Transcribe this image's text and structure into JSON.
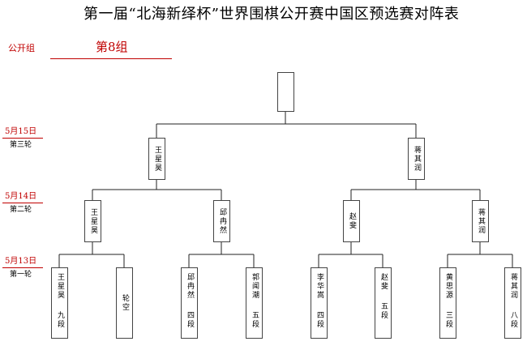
{
  "title": "第一届“北海新绎杯”世界围棋公开赛中国区预选赛对阵表",
  "group_label": "公开组",
  "group_name": "第8组",
  "rounds": [
    {
      "date": "5月15日",
      "round": "第三轮"
    },
    {
      "date": "5月14日",
      "round": "第二轮"
    },
    {
      "date": "5月13日",
      "round": "第一轮"
    }
  ],
  "round3": [
    {
      "name": "王星昊"
    },
    {
      "name": "蒋其润"
    }
  ],
  "round2": [
    {
      "name": "王星昊"
    },
    {
      "name": "邱冉然"
    },
    {
      "name": "赵斐"
    },
    {
      "name": "蒋其润"
    }
  ],
  "round1": [
    {
      "name": "王星昊",
      "rank": "九段"
    },
    {
      "name": "轮空",
      "rank": ""
    },
    {
      "name": "邱冉然",
      "rank": "四段"
    },
    {
      "name": "郭闻潮",
      "rank": "五段"
    },
    {
      "name": "李华嵩",
      "rank": "四段"
    },
    {
      "name": "赵斐",
      "rank": "五段"
    },
    {
      "name": "黄思源",
      "rank": "三段"
    },
    {
      "name": "蒋其润",
      "rank": "八段"
    }
  ]
}
